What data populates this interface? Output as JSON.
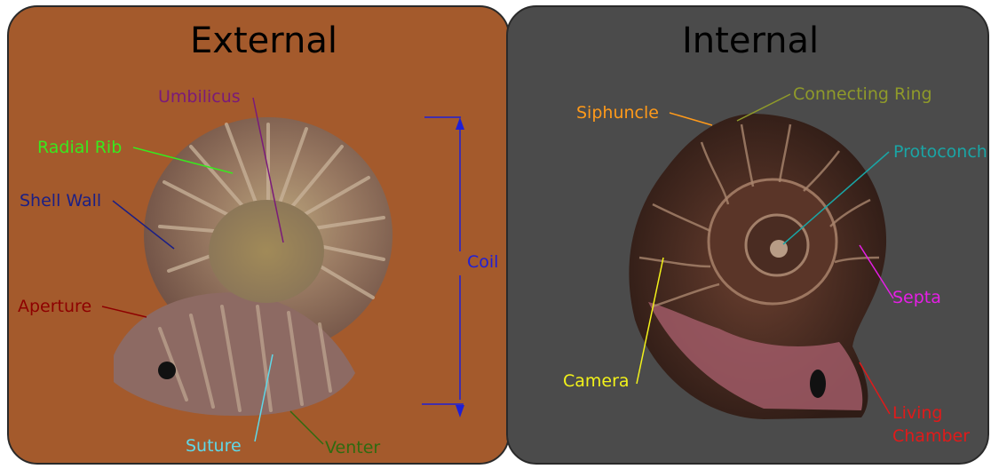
{
  "panels": {
    "external": {
      "title": "External",
      "background_color": "#a45a2c",
      "labels": {
        "umbilicus": "Umbilicus",
        "radial_rib": "Radial Rib",
        "shell_wall": "Shell Wall",
        "aperture": "Aperture",
        "coil": "Coil",
        "suture": "Suture",
        "venter": "Venter"
      }
    },
    "internal": {
      "title": "Internal",
      "background_color": "#4b4b4b",
      "labels": {
        "siphuncle": "Siphuncle",
        "connecting_ring": "Connecting Ring",
        "protoconch": "Protoconch",
        "septa": "Septa",
        "camera": "Camera",
        "living_chamber_line1": "Living",
        "living_chamber_line2": "Chamber"
      }
    }
  },
  "colors": {
    "umbilicus": "#7a1a7a",
    "radial_rib": "#39e81e",
    "shell_wall": "#1a1f86",
    "aperture": "#8e0000",
    "coil": "#1f1fd6",
    "suture": "#5fd8e8",
    "venter": "#2f6b10",
    "siphuncle": "#ff9a1a",
    "connecting_ring": "#8f9a2a",
    "protoconch": "#1aa5a5",
    "septa": "#e61ee6",
    "camera": "#f2f21a",
    "living_chamber": "#e01a1a"
  }
}
